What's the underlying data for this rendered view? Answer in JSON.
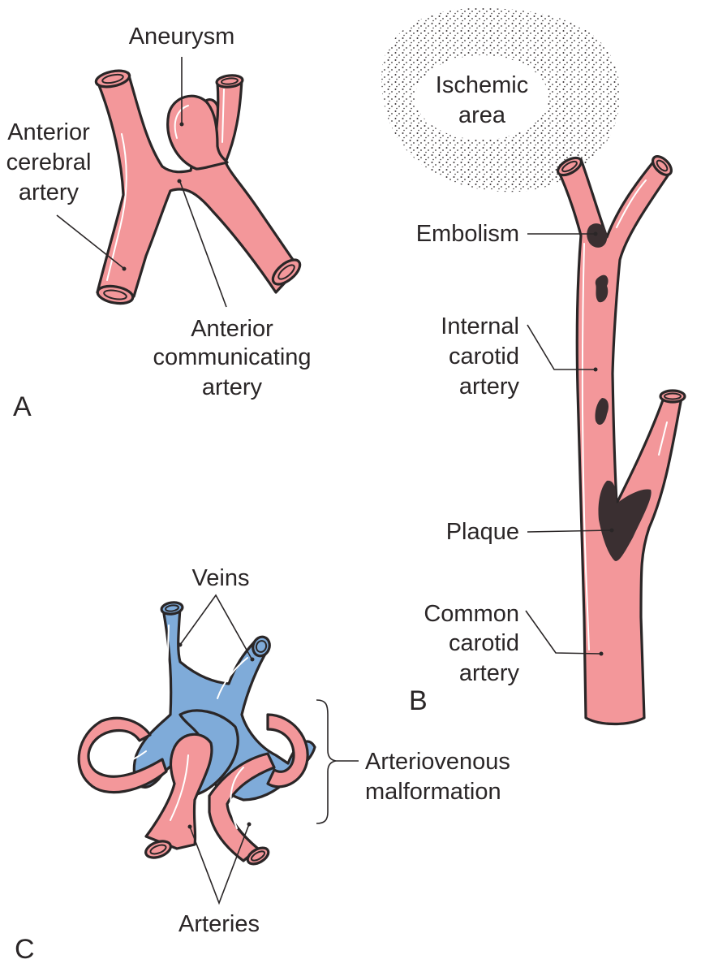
{
  "figure": {
    "panels": [
      {
        "id": "A",
        "label": "A",
        "callouts": [
          {
            "key": "aneurysm",
            "lines": [
              "Aneurysm"
            ]
          },
          {
            "key": "anterior_cerebral_artery",
            "lines": [
              "Anterior",
              "cerebral",
              "artery"
            ]
          },
          {
            "key": "anterior_communicating_artery",
            "lines": [
              "Anterior",
              "communicating",
              "artery"
            ]
          }
        ]
      },
      {
        "id": "B",
        "label": "B",
        "callouts": [
          {
            "key": "ischemic_area",
            "lines": [
              "Ischemic",
              "area"
            ]
          },
          {
            "key": "embolism",
            "lines": [
              "Embolism"
            ]
          },
          {
            "key": "internal_carotid_artery",
            "lines": [
              "Internal",
              "carotid",
              "artery"
            ]
          },
          {
            "key": "plaque",
            "lines": [
              "Plaque"
            ]
          },
          {
            "key": "common_carotid_artery",
            "lines": [
              "Common",
              "carotid",
              "artery"
            ]
          }
        ]
      },
      {
        "id": "C",
        "label": "C",
        "callouts": [
          {
            "key": "veins",
            "lines": [
              "Veins"
            ]
          },
          {
            "key": "arteriovenous_malformation",
            "lines": [
              "Arteriovenous",
              "malformation"
            ]
          },
          {
            "key": "arteries",
            "lines": [
              "Arteries"
            ]
          }
        ]
      }
    ],
    "colors": {
      "artery": "#f3979a",
      "vein": "#7fabd9",
      "outline": "#2a2627",
      "clot": "#3a2f31"
    }
  }
}
